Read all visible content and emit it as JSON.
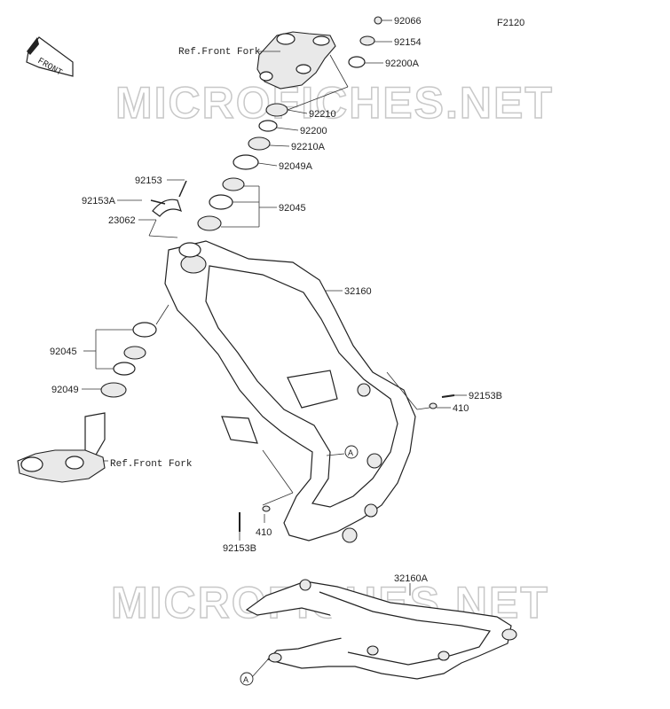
{
  "figure_code": "F2120",
  "watermark": "MICROFICHES.NET",
  "front_arrow": "FRONT",
  "parts": [
    {
      "id": "p92066",
      "label": "92066"
    },
    {
      "id": "p92154",
      "label": "92154"
    },
    {
      "id": "p92200A",
      "label": "92200A"
    },
    {
      "id": "p92210",
      "label": "92210"
    },
    {
      "id": "p92200",
      "label": "92200"
    },
    {
      "id": "p92210A",
      "label": "92210A"
    },
    {
      "id": "p92049A",
      "label": "92049A"
    },
    {
      "id": "p92045a",
      "label": "92045"
    },
    {
      "id": "p92153",
      "label": "92153"
    },
    {
      "id": "p92153A",
      "label": "92153A"
    },
    {
      "id": "p23062",
      "label": "23062"
    },
    {
      "id": "p32160",
      "label": "32160"
    },
    {
      "id": "p92045b",
      "label": "92045"
    },
    {
      "id": "p92049",
      "label": "92049"
    },
    {
      "id": "p92153Ba",
      "label": "92153B"
    },
    {
      "id": "p410a",
      "label": "410"
    },
    {
      "id": "p410b",
      "label": "410"
    },
    {
      "id": "p92153Bb",
      "label": "92153B"
    },
    {
      "id": "p32160A",
      "label": "32160A"
    }
  ],
  "refs": {
    "top": "Ref.Front Fork",
    "bottom": "Ref.Front Fork"
  },
  "markers": {
    "a1": "A",
    "a2": "A"
  }
}
